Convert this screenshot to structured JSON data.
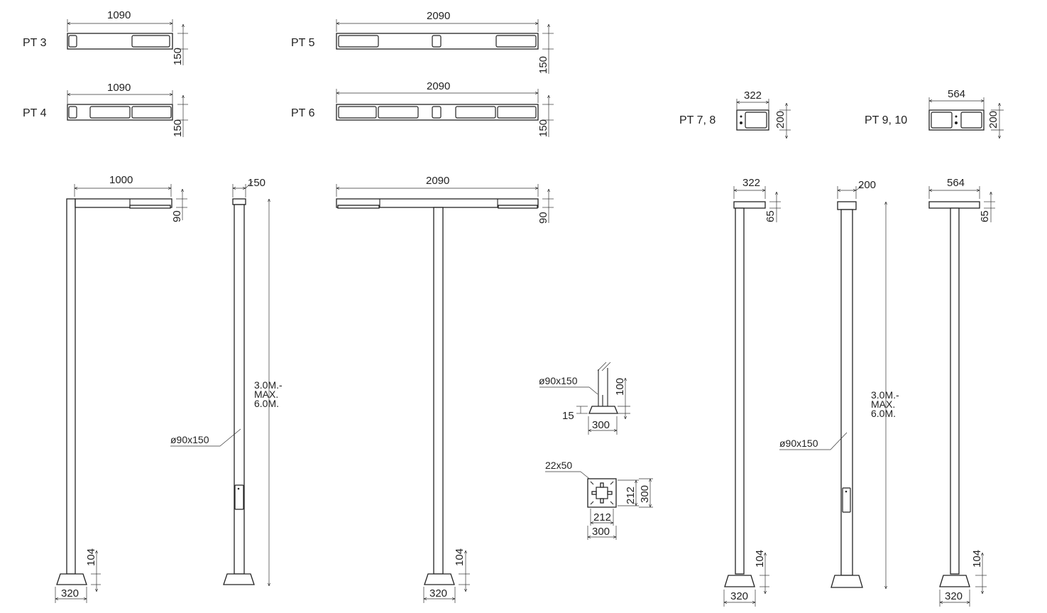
{
  "models": {
    "pt3": "PT 3",
    "pt4": "PT 4",
    "pt5": "PT 5",
    "pt6": "PT 6",
    "pt78": "PT 7, 8",
    "pt910": "PT 9, 10"
  },
  "dims": {
    "w1090": "1090",
    "w2090": "2090",
    "w1000": "1000",
    "w150": "150",
    "w322": "322",
    "w564": "564",
    "w200": "200",
    "w320": "320",
    "w300": "300",
    "w212": "212",
    "h150": "150",
    "h200": "200",
    "h90": "90",
    "h65": "65",
    "h104": "104",
    "h100": "100",
    "h15": "15",
    "pole": "ø90x150",
    "slot": "22x50",
    "height_l1": "3.0M.-",
    "height_l2": "MAX.",
    "height_l3": "6.0M."
  }
}
